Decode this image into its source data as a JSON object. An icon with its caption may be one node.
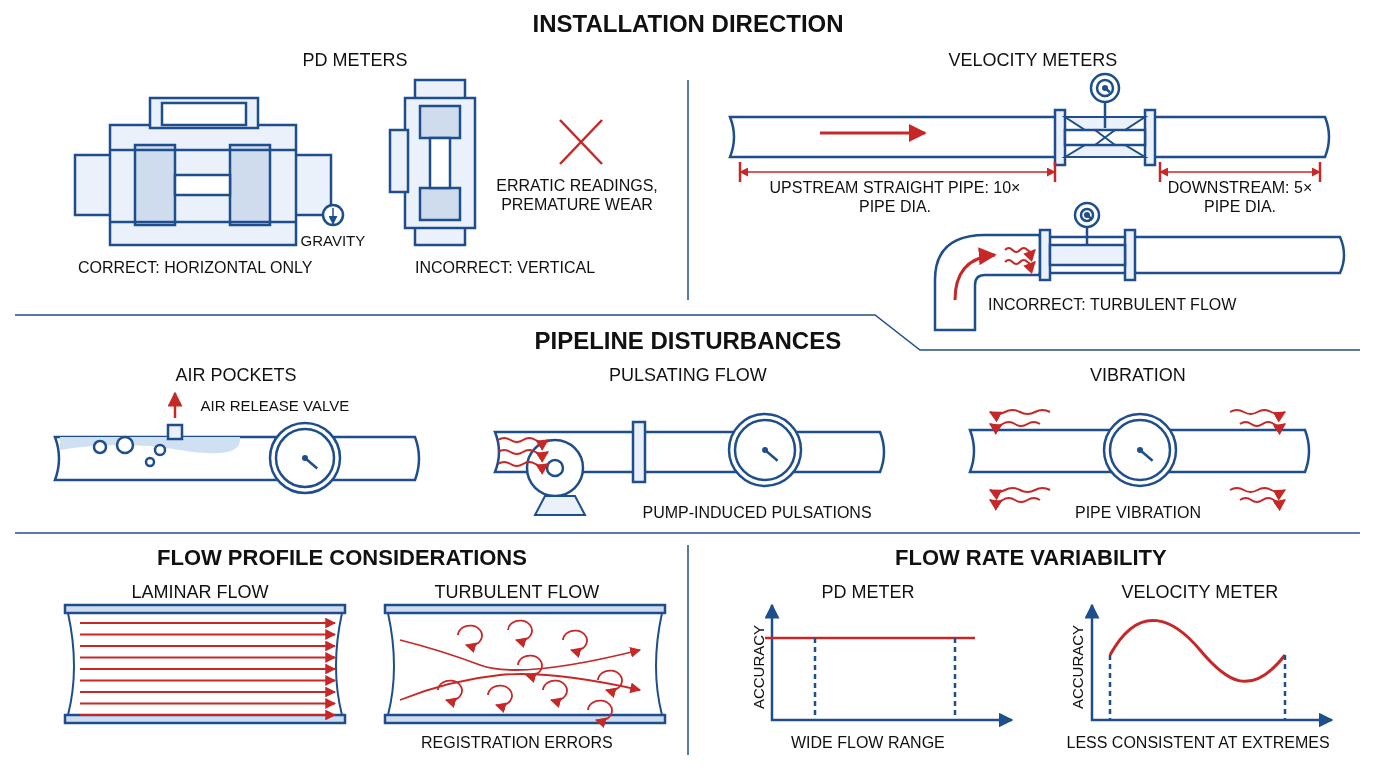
{
  "diagram": {
    "title": "INSTALLATION DIRECTION",
    "labels": [
      "PD METERS",
      "VELOCITY METERS",
      "GRAVITY",
      "ERRATIC READINGS, PREMATURE WEAR",
      "CORRECT: HORIZONTAL ONLY",
      "INCORRECT: VERTICAL",
      "UPSTREAM STRAIGHT PIPE: 10× PIPE DIA.",
      "DOWNSTREAM: 5× PIPE DIA.",
      "INCORRECT: TURBULENT FLOW",
      "PIPELINE DISTURBANCES",
      "AIR POCKETS",
      "PULSATING FLOW",
      "VIBRATION",
      "AIR RELEASE VALVE",
      "PUMP-INDUCED PULSATIONS",
      "PIPE VIBRATION",
      "FLOW PROFILE CONSIDERATIONS",
      "FLOW RATE VARIABILITY",
      "LAMINAR FLOW",
      "TURBULENT FLOW",
      "PD METER",
      "VELOCITY METER",
      "ACCURACY",
      "ACCURACY",
      "REGISTRATION ERRORS",
      "WIDE FLOW RANGE",
      "LESS CONSISTENT AT EXTREMES"
    ]
  }
}
